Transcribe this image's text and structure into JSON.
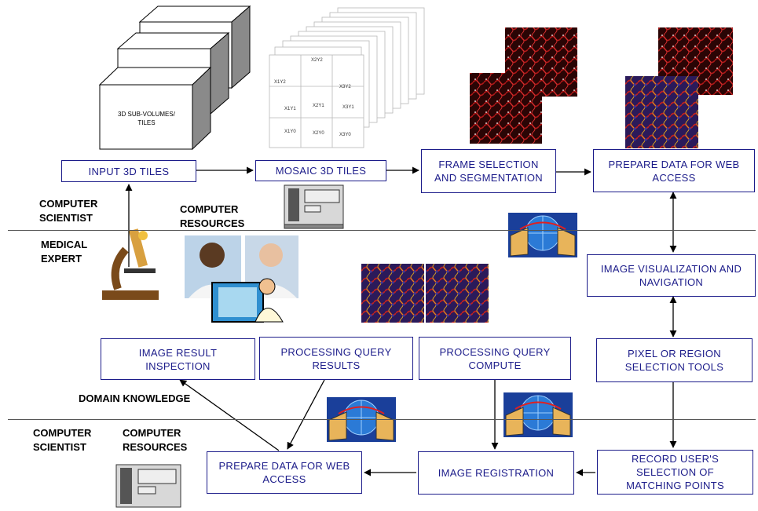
{
  "boxes": {
    "input_tiles": "INPUT 3D TILES",
    "mosaic_tiles": "MOSAIC 3D TILES",
    "frame_selection": "FRAME SELECTION\nAND SEGMENTATION",
    "prepare_top": "PREPARE DATA FOR WEB\nACCESS",
    "image_vis": "IMAGE VISUALIZATION AND\nNAVIGATION",
    "pixel_region": "PIXEL OR REGION\nSELECTION TOOLS",
    "image_result": "IMAGE RESULT\nINSPECTION",
    "proc_results": "PROCESSING QUERY\nRESULTS",
    "proc_compute": "PROCESSING QUERY\nCOMPUTE",
    "record_user": "RECORD USER'S\nSELECTION OF\nMATCHING POINTS",
    "image_reg": "IMAGE REGISTRATION",
    "prepare_bottom": "PREPARE DATA FOR WEB\nACCESS"
  },
  "labels": {
    "computer_scientist_top": "COMPUTER\nSCIENTIST",
    "computer_resources_top": "COMPUTER\nRESOURCES",
    "medical_expert": "MEDICAL\nEXPERT",
    "domain_knowledge": "DOMAIN KNOWLEDGE",
    "computer_scientist_bottom": "COMPUTER\nSCIENTIST",
    "computer_resources_bottom": "COMPUTER\nRESOURCES"
  },
  "illustration": {
    "cube_label": "3D SUB-VOLUMES/\nTILES",
    "tile_labels": [
      "X1Y2",
      "X2Y2",
      "X3Y2",
      "X1Y1",
      "X2Y1",
      "X3Y1",
      "X1Y0",
      "X2Y0",
      "X3Y0"
    ]
  },
  "colors": {
    "box_border": "#1c1c8a",
    "box_text": "#1c1c8a",
    "arrow": "#000000",
    "separator": "#555555"
  }
}
